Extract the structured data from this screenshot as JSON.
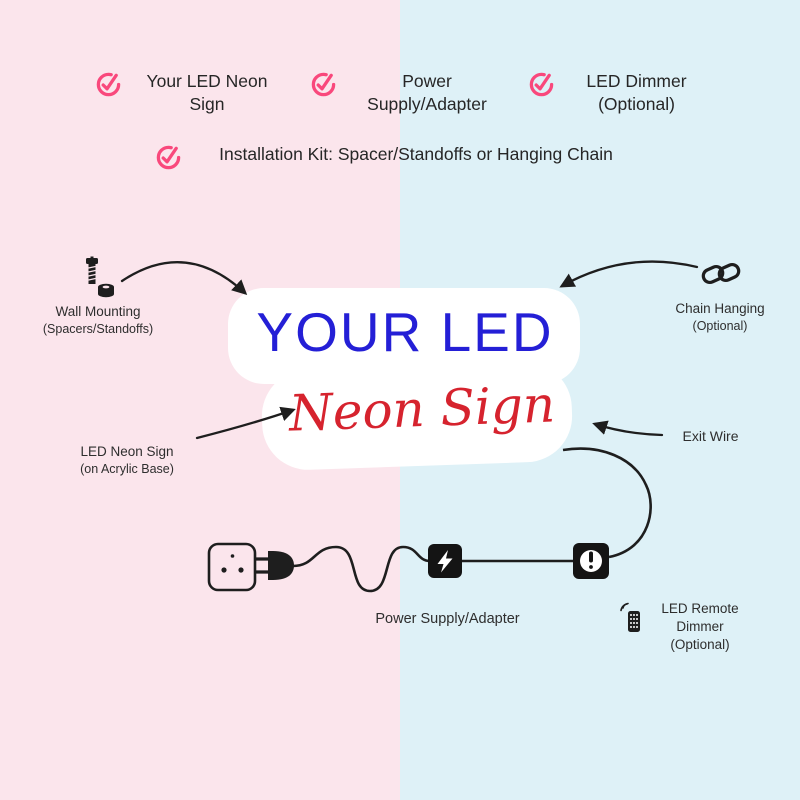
{
  "checklist": {
    "items": [
      {
        "label": "Your LED Neon Sign"
      },
      {
        "label": "Power Supply/Adapter"
      },
      {
        "label": "LED Dimmer (Optional)"
      },
      {
        "label": "Installation Kit: Spacer/Standoffs or Hanging Chain"
      }
    ]
  },
  "sign": {
    "line1": "YOUR LED",
    "line2": "Neon Sign"
  },
  "annotations": {
    "wall_mounting": {
      "title": "Wall Mounting",
      "subtitle": "(Spacers/Standoffs)"
    },
    "chain_hanging": {
      "title": "Chain Hanging",
      "subtitle": "(Optional)"
    },
    "led_neon_sign": {
      "title": "LED Neon Sign",
      "subtitle": "(on Acrylic Base)"
    },
    "exit_wire": {
      "label": "Exit Wire"
    },
    "power_supply": {
      "label": "Power Supply/Adapter"
    },
    "remote_dimmer": {
      "line1": "LED Remote",
      "line2": "Dimmer",
      "line3": "(Optional)"
    }
  },
  "icons": {
    "check": "check-circle",
    "screw": "screw-standoff",
    "chain": "chain-link",
    "outlet": "power-outlet",
    "plug": "power-plug",
    "adapter": "power-adapter-lightning",
    "inline_dimmer": "inline-dimmer-toggle",
    "remote": "remote-control"
  },
  "colors": {
    "background_left": "#fbe5ec",
    "background_right": "#def1f7",
    "check_pink": "#f9487c",
    "sign_blue": "#241fd6",
    "sign_red": "#d6232e",
    "line_black": "#1e1e1e",
    "text": "#2e2e2e"
  }
}
